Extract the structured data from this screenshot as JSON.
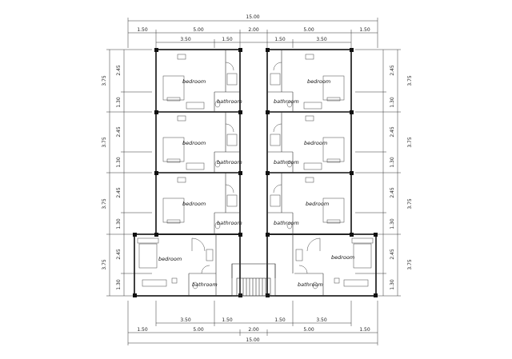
{
  "plan": {
    "total_width": "15.00",
    "top_segments": [
      "1.50",
      "5.00",
      "2.00",
      "5.00",
      "1.50"
    ],
    "top_sub_segments": [
      "3.50",
      "1.50",
      "1.50",
      "3.50"
    ],
    "bottom_segments": [
      "1.50",
      "5.00",
      "2.00",
      "5.00",
      "1.50"
    ],
    "bottom_sub_segments": [
      "3.50",
      "1.50",
      "1.50",
      "3.50"
    ],
    "left_outer": [
      "3.75",
      "3.75",
      "3.75",
      "3.75"
    ],
    "left_inner": [
      "2.45",
      "1.30",
      "2.45",
      "1.30",
      "2.45",
      "1.30",
      "2.45",
      "1.30"
    ],
    "right_inner": [
      "2.45",
      "1.30",
      "2.45",
      "1.30",
      "2.45",
      "1.30",
      "2.45",
      "1.30"
    ],
    "right_outer": [
      "3.75",
      "3.75",
      "3.75",
      "3.75"
    ],
    "rooms": [
      {
        "label": "bedroom"
      },
      {
        "label": "bathroom"
      },
      {
        "label": "bedroom"
      },
      {
        "label": "bathroom"
      },
      {
        "label": "bedroom"
      },
      {
        "label": "bathroom"
      },
      {
        "label": "bedroom"
      },
      {
        "label": "bathroom"
      },
      {
        "label": "bedroom"
      },
      {
        "label": "bathroom"
      },
      {
        "label": "bedroom"
      },
      {
        "label": "bathroom"
      },
      {
        "label": "bedroom"
      },
      {
        "label": "bathroom"
      },
      {
        "label": "bedroom"
      },
      {
        "label": "bathroom"
      }
    ]
  }
}
